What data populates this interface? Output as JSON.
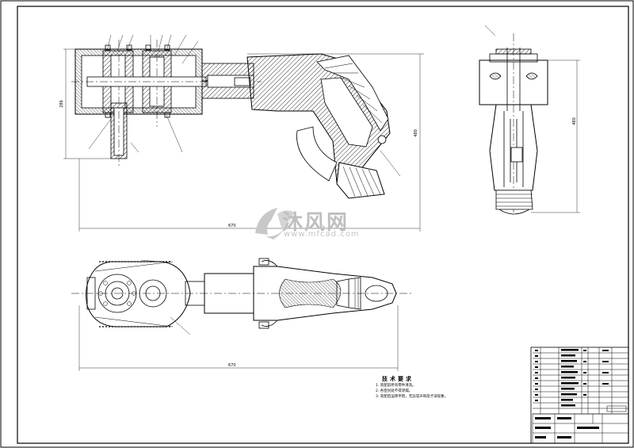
{
  "watermark": {
    "chinese": "沐风网",
    "url": "www.mfcad.com"
  },
  "technical_requirements": {
    "title": "技术要求",
    "lines": [
      "1. 装配前所有零件清洗。",
      "2. 各密封处不得渗漏。",
      "3. 装配后运转平稳，无异常声响及卡滞现象。"
    ]
  },
  "dimensions": {
    "overall_length": "670",
    "height_left": "286",
    "height_right": "480"
  },
  "colors": {
    "line": "#000000",
    "background": "#ffffff",
    "watermark": "#bfbfbf"
  }
}
